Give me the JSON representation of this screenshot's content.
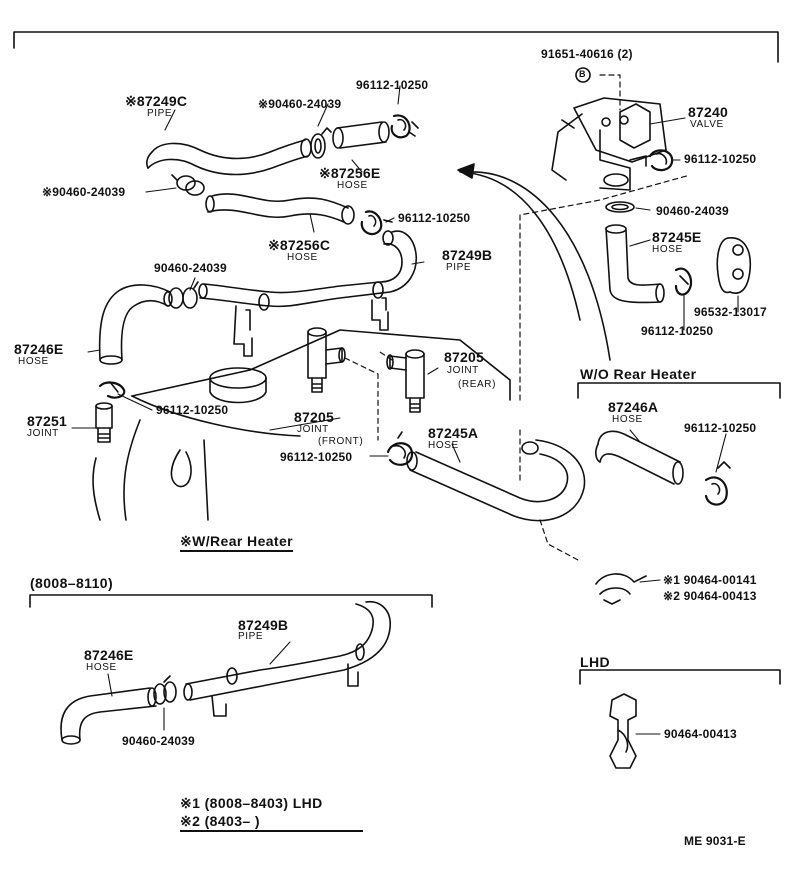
{
  "labels": {
    "l_87249C": "※87249C",
    "l_87249C_sub": "PIPE",
    "l_90460_top": "※90460-24039",
    "l_96112_top": "96112-10250",
    "l_87256E": "※87256E",
    "l_87256E_sub": "HOSE",
    "l_90460_left": "※90460-24039",
    "l_96112_mid": "96112-10250",
    "l_87256C": "※87256C",
    "l_87256C_sub": "HOSE",
    "l_87249B": "87249B",
    "l_87249B_sub": "PIPE",
    "l_90460_pipe": "90460-24039",
    "l_87246E": "87246E",
    "l_87246E_sub": "HOSE",
    "l_96112_eng": "96112-10250",
    "l_87251": "87251",
    "l_87251_sub": "JOINT",
    "l_87205F": "87205",
    "l_87205F_sub1": "JOINT",
    "l_87205F_sub2": "(FRONT)",
    "l_96112_front": "96112-10250",
    "l_87205R": "87205",
    "l_87205R_sub1": "JOINT",
    "l_87205R_sub2": "(REAR)",
    "l_87245A": "87245A",
    "l_87245A_sub": "HOSE",
    "l_91651": "91651-40616 (2)",
    "l_B": "B",
    "l_87240": "87240",
    "l_87240_sub": "VALVE",
    "l_96112_valve": "96112-10250",
    "l_90460_valve": "90460-24039",
    "l_87245E": "87245E",
    "l_87245E_sub": "HOSE",
    "l_96532": "96532-13017",
    "l_96112_right": "96112-10250",
    "l_wo_rear": "W/O Rear Heater",
    "l_87246A": "87246A",
    "l_87246A_sub": "HOSE",
    "l_96112_wo": "96112-10250",
    "l_w_rear": "※W/Rear Heater",
    "l_90464_1": "※1 90464-00141",
    "l_90464_2": "※2 90464-00413",
    "l_range": "(8008–8110)",
    "l_87249B_2": "87249B",
    "l_87249B_2_sub": "PIPE",
    "l_87246E_2": "87246E",
    "l_87246E_2_sub": "HOSE",
    "l_90460_bottom": "90460-24039",
    "l_lhd": "LHD",
    "l_90464_lhd": "90464-00413",
    "l_note1": "※1 (8008–8403) LHD",
    "l_note2": "※2 (8403–       )",
    "l_code": "ME  9031-E"
  }
}
